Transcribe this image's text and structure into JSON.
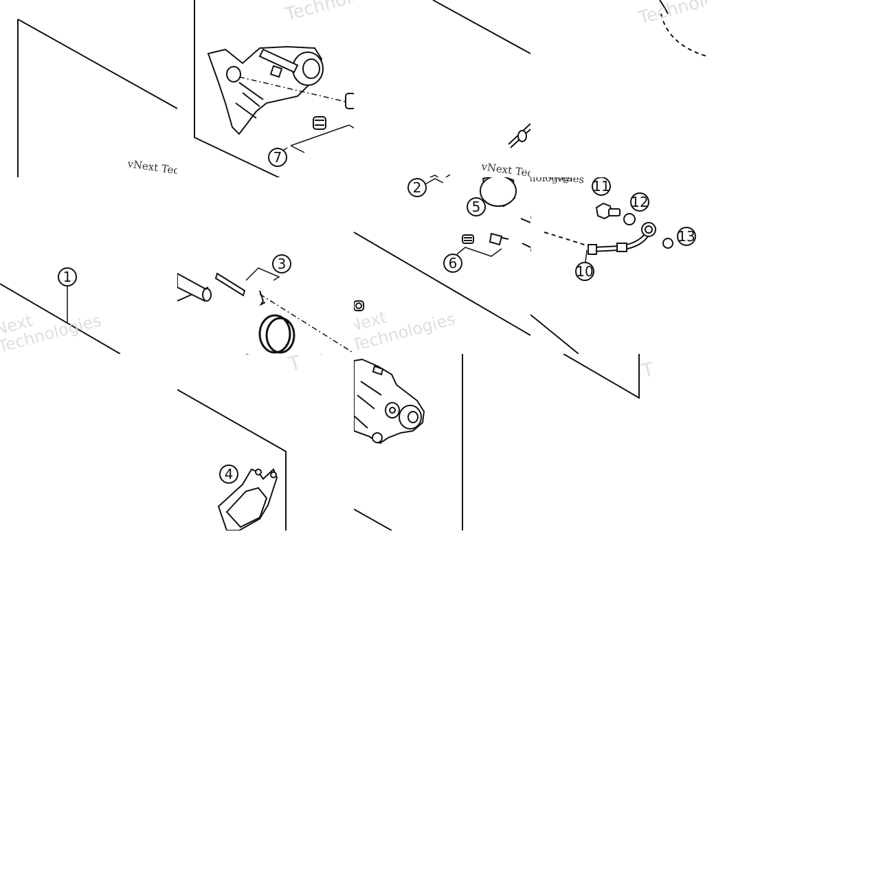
{
  "diagram": {
    "callouts": {
      "c1": "1",
      "c2": "2",
      "c3": "3",
      "c4": "4",
      "c5": "5",
      "c6": "6",
      "c7": "7",
      "c10": "10",
      "c11": "11",
      "c12": "12",
      "c13": "13"
    },
    "watermark": {
      "company": "vNext Technologies",
      "brand": "Technologies"
    }
  }
}
